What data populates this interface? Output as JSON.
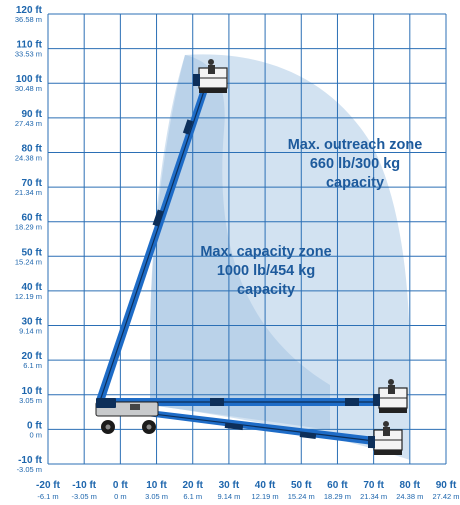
{
  "colors": {
    "grid": "#2b6fb5",
    "zone_outreach": "#cddff0",
    "zone_capacity": "#b6cfe8",
    "boom_blue": "#1e6cc7",
    "boom_dark": "#0d2f5a",
    "machine_gray": "#c8cacc",
    "tire": "#1b1b1b",
    "text_blue": "#1d5a9c"
  },
  "axes": {
    "y_ft": [
      "120 ft",
      "110 ft",
      "100 ft",
      "90 ft",
      "80 ft",
      "70 ft",
      "60 ft",
      "50 ft",
      "40 ft",
      "30 ft",
      "20 ft",
      "10 ft",
      "0 ft",
      "-10 ft"
    ],
    "y_m": [
      "36.58 m",
      "33.53 m",
      "30.48 m",
      "27.43 m",
      "24.38 m",
      "21.34 m",
      "18.29 m",
      "15.24 m",
      "12.19 m",
      "9.14 m",
      "6.1 m",
      "3.05 m",
      "0 m",
      "-3.05 m"
    ],
    "x_ft": [
      "-20 ft",
      "-10 ft",
      "0 ft",
      "10 ft",
      "20 ft",
      "30 ft",
      "40 ft",
      "50 ft",
      "60 ft",
      "70 ft",
      "80 ft",
      "90 ft"
    ],
    "x_m": [
      "-6.1 m",
      "-3.05 m",
      "0 m",
      "3.05 m",
      "6.1 m",
      "9.14 m",
      "12.19 m",
      "15.24 m",
      "18.29 m",
      "21.34 m",
      "24.38 m",
      "27.42 m"
    ]
  },
  "zones": {
    "outreach": {
      "line1": "Max. outreach zone",
      "line2": "660 lb/300 kg",
      "line3": "capacity"
    },
    "capacity": {
      "line1": "Max. capacity zone",
      "line2": "1000 lb/454 kg",
      "line3": "capacity"
    }
  }
}
